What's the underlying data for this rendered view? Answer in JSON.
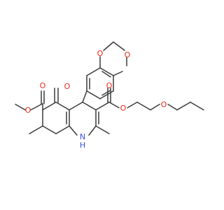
{
  "figure": {
    "labels": {
      "o_dioxole_top": "O",
      "o_dioxole_right": "O",
      "o_ketone": "O",
      "o_ester_left_carbonyl": "O",
      "o_ester_left_methoxy": "O",
      "o_ester_right_carbonyl": "O",
      "o_ester_right_link": "O",
      "o_ether": "O",
      "n_ring": "N",
      "h_ring": "H"
    },
    "colors": {
      "bond": "#3a3a3a",
      "oxygen": "#e8291c",
      "nitrogen": "#3c50d8"
    }
  }
}
